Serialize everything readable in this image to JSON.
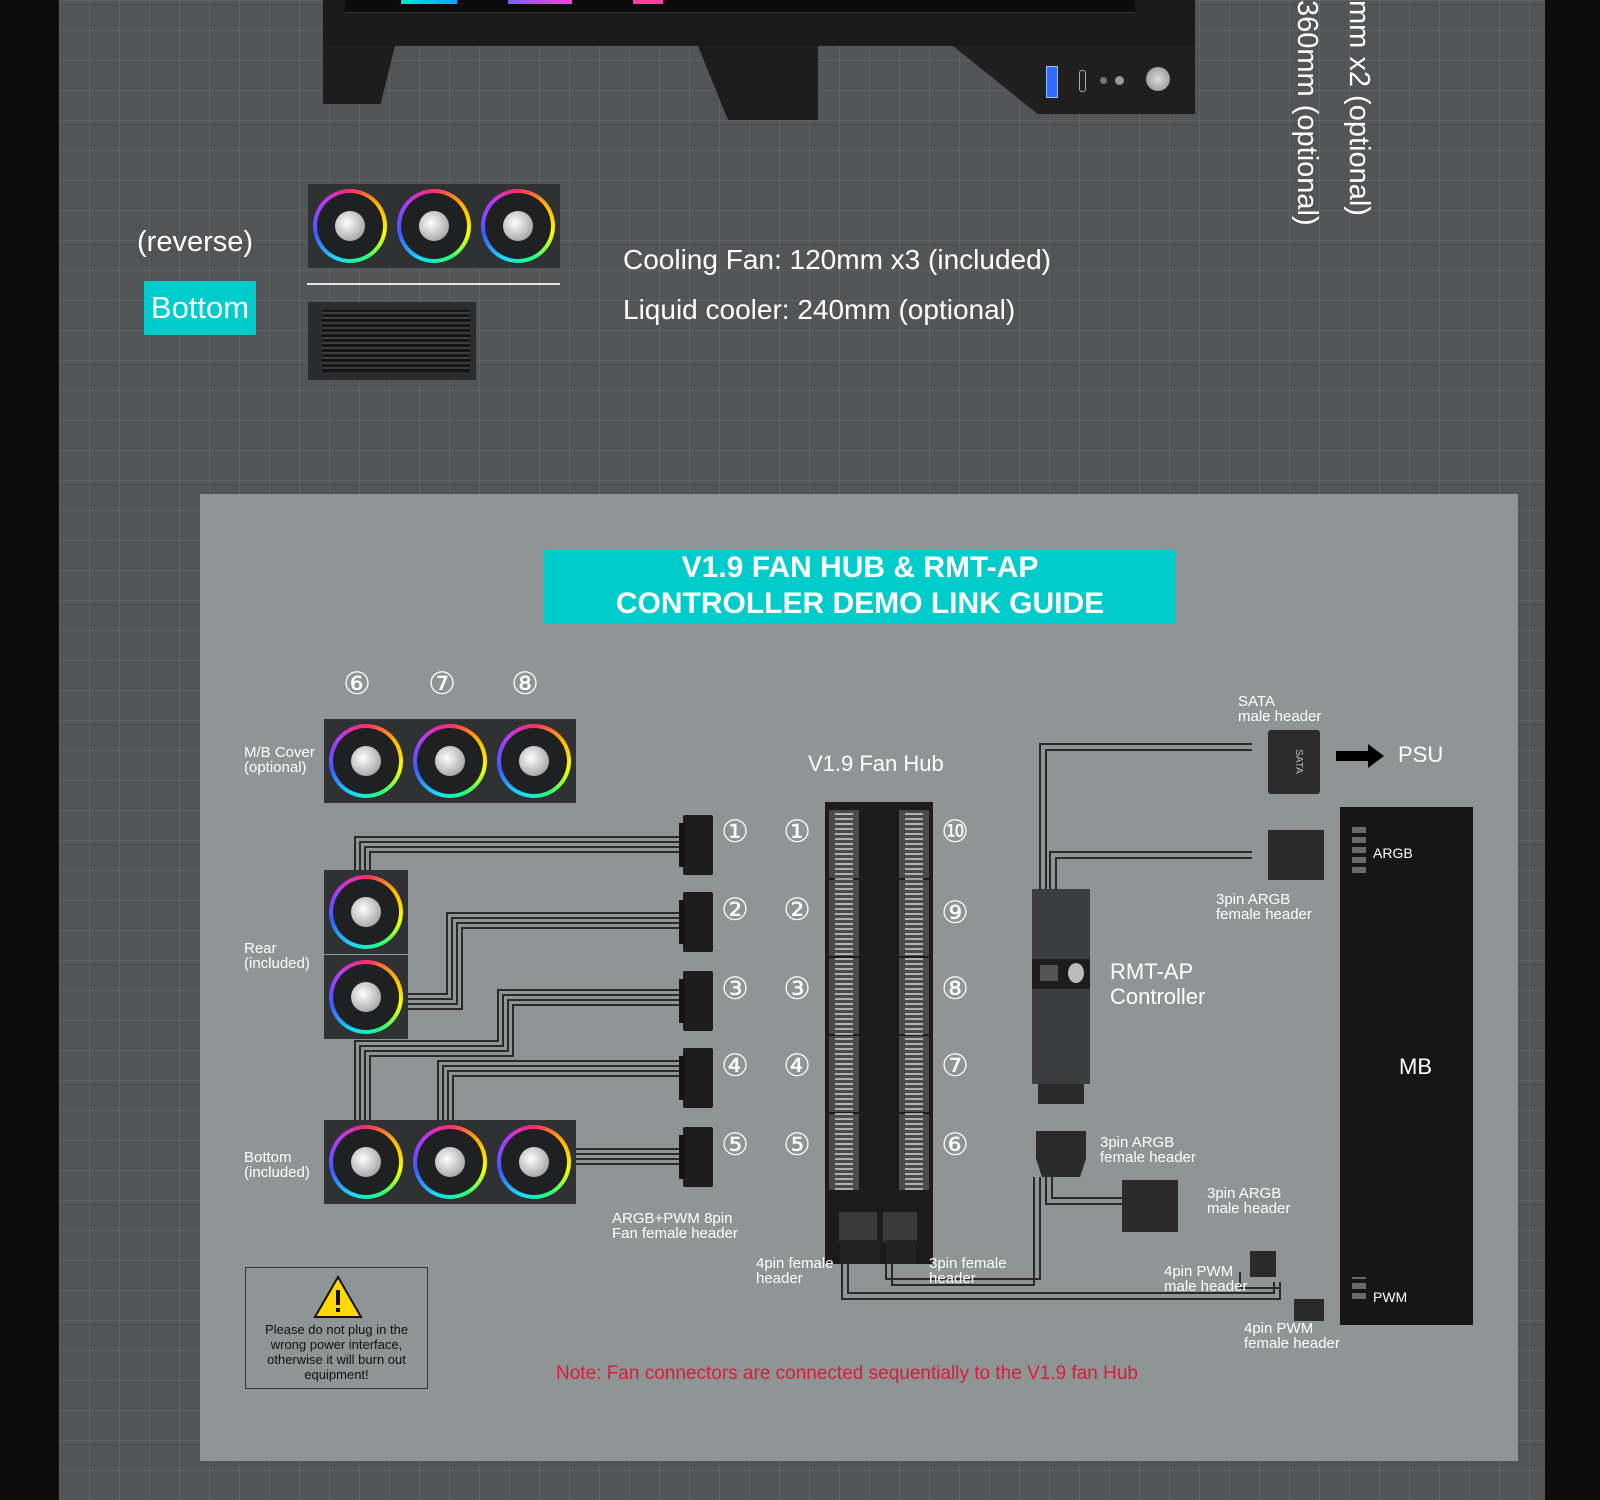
{
  "top": {
    "reverse_label": "(reverse)",
    "bottom_badge": "Bottom",
    "cooling_fan": "Cooling Fan: 120mm x3 (included)",
    "liquid_cooler": "Liquid cooler: 240mm (optional)",
    "vertical_1": "360mm (optional)",
    "vertical_2": "mm x2 (optional)"
  },
  "guide": {
    "title_line1": "V1.9 FAN HUB & RMT-AP",
    "title_line2": "CONTROLLER DEMO LINK GUIDE",
    "fan_hub_label": "V1.9 Fan Hub",
    "mb_cover_label": "M/B Cover\n(optional)",
    "rear_label": "Rear\n(included)",
    "bottom_label": "Bottom\n(included)",
    "top_fan_numbers": [
      "⑥",
      "⑦",
      "⑧"
    ],
    "cable_numbers": [
      "①",
      "②",
      "③",
      "④",
      "⑤"
    ],
    "hub_left_numbers": [
      "①",
      "②",
      "③",
      "④",
      "⑤"
    ],
    "hub_right_numbers": [
      "⑩",
      "⑨",
      "⑧",
      "⑦",
      "⑥"
    ],
    "argb_pwm_header": "ARGB+PWM 8pin\nFan female header",
    "hub_4pin_female": "4pin female\nheader",
    "hub_3pin_female": "3pin female\nheader",
    "sata_male": "SATA\nmale header",
    "sata_text": "SATA",
    "psu": "PSU",
    "argb_3pin_female_top": "3pin ARGB\nfemale header",
    "controller_label": "RMT-AP\nController",
    "argb_3pin_female_mid": "3pin ARGB\nfemale header",
    "argb_3pin_male": "3pin ARGB\nmale header",
    "pwm_4pin_male": "4pin PWM\nmale header",
    "pwm_4pin_female": "4pin PWM\nfemale header",
    "mb_label": "MB",
    "mb_argb": "ARGB",
    "mb_pwm": "PWM",
    "warning_text": "Please do not plug in the wrong power interface, otherwise it will burn out equipment!",
    "note": "Note: Fan connectors are connected sequentially to the V1.9 fan Hub"
  },
  "colors": {
    "accent": "#00cccc",
    "note_red": "#e0193a",
    "panel": "#8e9594",
    "background": "#535455"
  },
  "icons": [
    "warning-icon",
    "arrow-right-icon"
  ]
}
